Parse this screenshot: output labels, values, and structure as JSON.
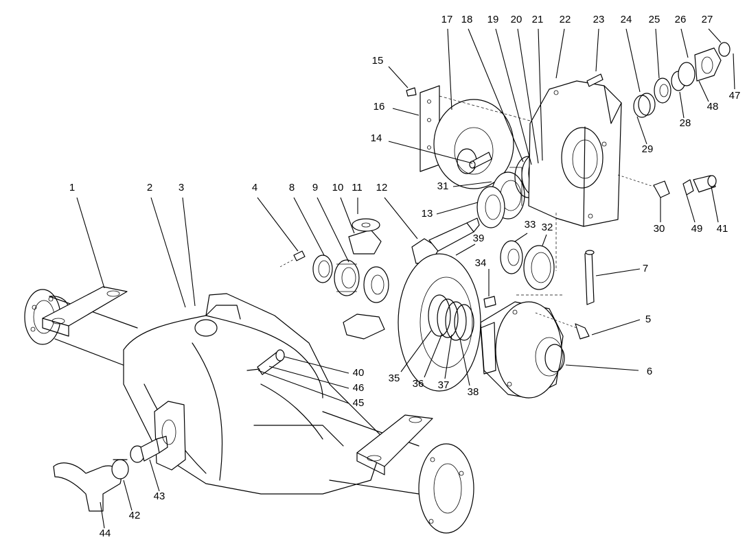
{
  "callouts": [
    {
      "id": "1",
      "label": "1"
    },
    {
      "id": "2",
      "label": "2"
    },
    {
      "id": "3",
      "label": "3"
    },
    {
      "id": "4",
      "label": "4"
    },
    {
      "id": "5",
      "label": "5"
    },
    {
      "id": "6",
      "label": "6"
    },
    {
      "id": "7",
      "label": "7"
    },
    {
      "id": "8",
      "label": "8"
    },
    {
      "id": "9",
      "label": "9"
    },
    {
      "id": "10",
      "label": "10"
    },
    {
      "id": "11",
      "label": "11"
    },
    {
      "id": "12",
      "label": "12"
    },
    {
      "id": "13",
      "label": "13"
    },
    {
      "id": "14",
      "label": "14"
    },
    {
      "id": "15",
      "label": "15"
    },
    {
      "id": "16",
      "label": "16"
    },
    {
      "id": "17",
      "label": "17"
    },
    {
      "id": "18",
      "label": "18"
    },
    {
      "id": "19",
      "label": "19"
    },
    {
      "id": "20",
      "label": "20"
    },
    {
      "id": "21",
      "label": "21"
    },
    {
      "id": "22",
      "label": "22"
    },
    {
      "id": "23",
      "label": "23"
    },
    {
      "id": "24",
      "label": "24"
    },
    {
      "id": "25",
      "label": "25"
    },
    {
      "id": "26",
      "label": "26"
    },
    {
      "id": "27",
      "label": "27"
    },
    {
      "id": "28",
      "label": "28"
    },
    {
      "id": "29",
      "label": "29"
    },
    {
      "id": "30",
      "label": "30"
    },
    {
      "id": "31",
      "label": "31"
    },
    {
      "id": "32",
      "label": "32"
    },
    {
      "id": "33",
      "label": "33"
    },
    {
      "id": "34",
      "label": "34"
    },
    {
      "id": "35",
      "label": "35"
    },
    {
      "id": "36",
      "label": "36"
    },
    {
      "id": "37",
      "label": "37"
    },
    {
      "id": "38",
      "label": "38"
    },
    {
      "id": "39",
      "label": "39"
    },
    {
      "id": "40",
      "label": "40"
    },
    {
      "id": "41",
      "label": "41"
    },
    {
      "id": "42",
      "label": "42"
    },
    {
      "id": "43",
      "label": "43"
    },
    {
      "id": "44",
      "label": "44"
    },
    {
      "id": "45",
      "label": "45"
    },
    {
      "id": "46",
      "label": "46"
    },
    {
      "id": "47",
      "label": "47"
    },
    {
      "id": "48",
      "label": "48"
    },
    {
      "id": "49",
      "label": "49"
    }
  ]
}
